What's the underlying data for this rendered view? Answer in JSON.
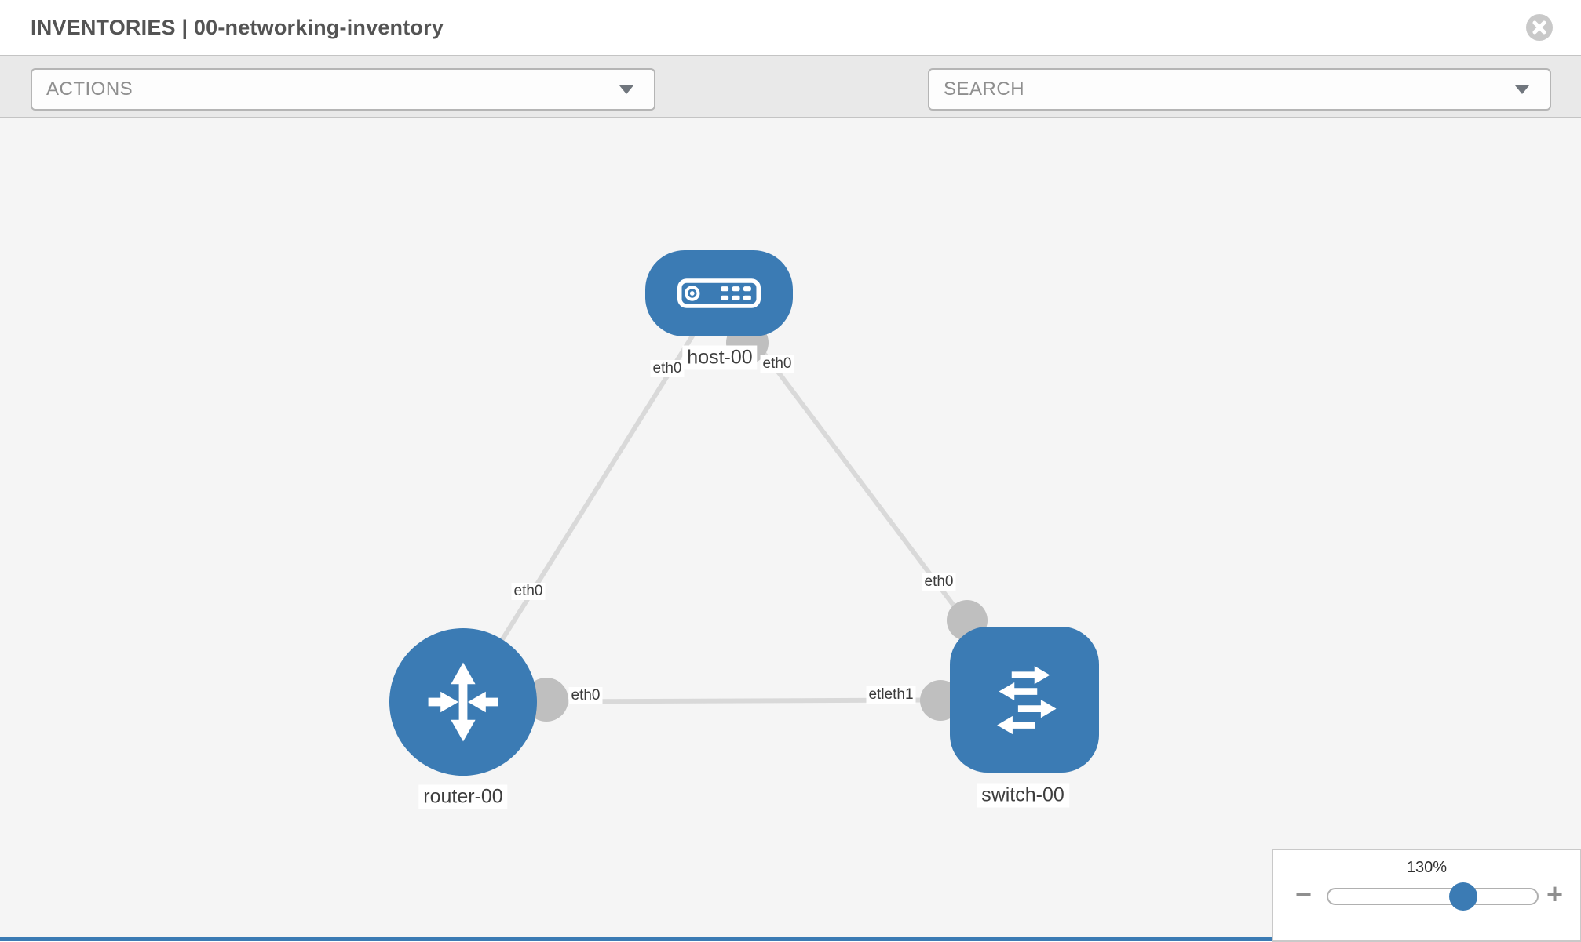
{
  "header": {
    "title": "INVENTORIES | 00-networking-inventory"
  },
  "toolbar": {
    "actions_label": "ACTIONS",
    "search_placeholder": "SEARCH"
  },
  "diagram": {
    "nodes": [
      {
        "label": "host-00",
        "type": "host"
      },
      {
        "label": "router-00",
        "type": "router"
      },
      {
        "label": "switch-00",
        "type": "switch"
      }
    ],
    "links": [
      {
        "from": "host-00",
        "to": "router-00"
      },
      {
        "from": "host-00",
        "to": "switch-00"
      },
      {
        "from": "router-00",
        "to": "switch-00"
      }
    ],
    "interface_labels": [
      {
        "text": "eth0",
        "link": "host-router",
        "end": "host"
      },
      {
        "text": "eth0",
        "link": "host-switch",
        "end": "host"
      },
      {
        "text": "eth0",
        "link": "host-router",
        "end": "router"
      },
      {
        "text": "eth0",
        "link": "host-switch",
        "end": "switch"
      },
      {
        "text": "eth0",
        "link": "router-switch",
        "end": "router"
      },
      {
        "text": "etleth1",
        "link": "router-switch",
        "end": "switch"
      }
    ]
  },
  "zoom_control": {
    "level": "130%",
    "minus_label": "−",
    "plus_label": "+"
  },
  "colors": {
    "node_blue": "#3b7bb4",
    "link_gray": "#d9d9d9",
    "port_gray": "#bfbfbf",
    "canvas_bg": "#f5f5f5",
    "accent_strip": "#3b7bb4"
  }
}
